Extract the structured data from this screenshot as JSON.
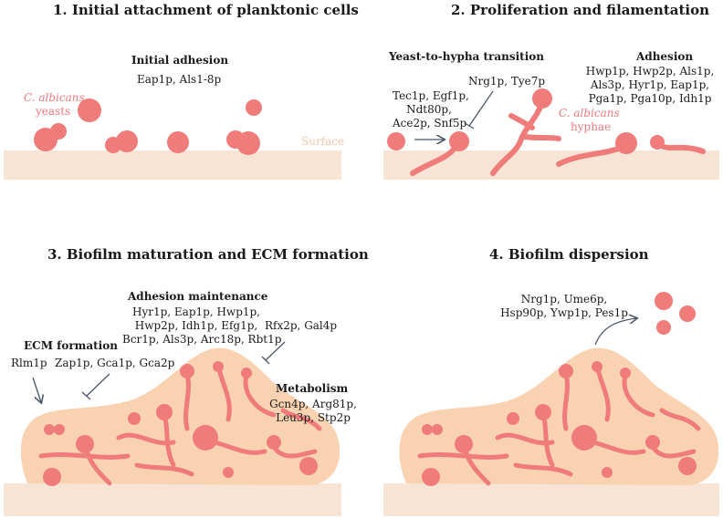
{
  "panel1": {
    "title": "1. Initial attachment of planktonic cells",
    "heading": "Initial adhesion",
    "genes": "Eap1p, Als1-8p",
    "label_italic": "C. albicans",
    "label_plain": "yeasts",
    "surface": "Surface"
  },
  "panel2": {
    "title": "2. Proliferation and filamentation",
    "heading_left": "Yeast-to-hypha transition",
    "heading_right": "Adhesion",
    "activators": [
      "Tec1p, Egf1p,",
      "Ndt80p,",
      "Ace2p, Snf5p"
    ],
    "repressors": "Nrg1p, Tye7p",
    "adhesion_genes": [
      "Hwp1p, Hwp2p, Als1p,",
      "Als3p, Hyr1p, Eap1p,",
      "Pga1p, Pga10p, Idh1p"
    ],
    "label_italic": "C. albicans",
    "label_plain": "hyphae"
  },
  "panel3": {
    "title": "3. Biofilm maturation and ECM formation",
    "heading_adhesion": "Adhesion maintenance",
    "adhesion_genes": [
      "Hyr1p, Eap1p, Hwp1p,",
      "Hwp2p, Idh1p, Efg1p,",
      "Bcr1p, Als3p, Arc18p, Rbt1p"
    ],
    "repressor_right": "Rfx2p, Gal4p",
    "heading_ecm": "ECM formation",
    "ecm_activator": "Rlm1p",
    "ecm_repressors": "Zap1p, Gca1p, Gca2p",
    "heading_metabolism": "Metabolism",
    "metabolism_genes": [
      "Gcn4p, Arg81p,",
      "Leu3p, Stp2p"
    ]
  },
  "panel4": {
    "title": "4. Biofilm dispersion",
    "genes": [
      "Nrg1p, Ume6p,",
      "Hsp90p, Ywp1p, Pes1p"
    ]
  },
  "colors": {
    "cell": "#ef7b7b",
    "surface": "#f7e4d4",
    "matrix": "#f8d2b1",
    "arrow": "#4a5568"
  }
}
